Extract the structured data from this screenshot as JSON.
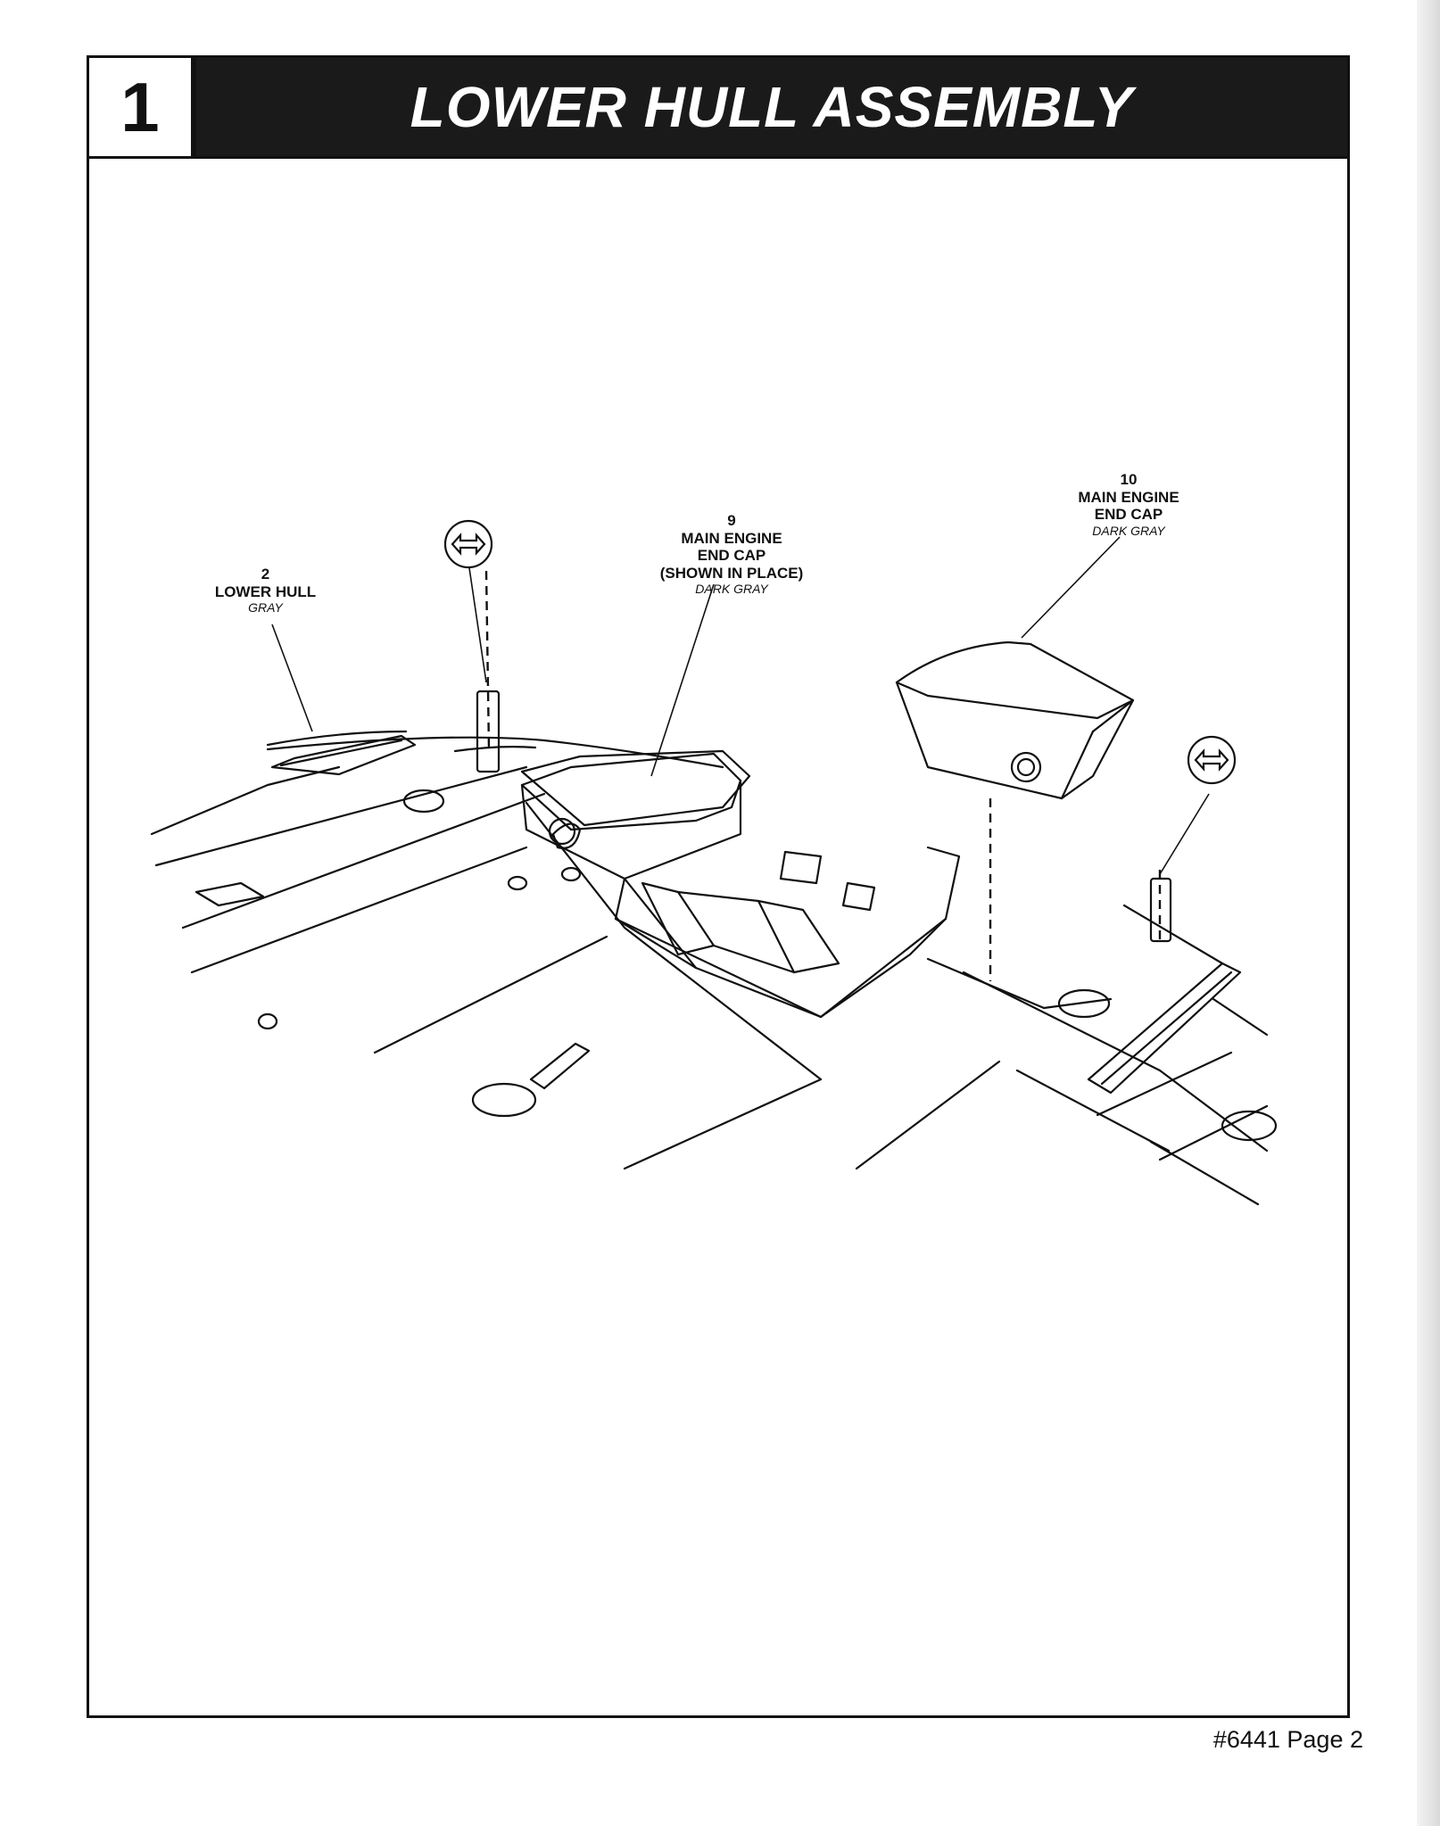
{
  "header": {
    "step_number": "1",
    "title": "LOWER HULL ASSEMBLY"
  },
  "parts": [
    {
      "number": "2",
      "name": "LOWER HULL",
      "color": "GRAY"
    },
    {
      "number": "9",
      "name": "MAIN ENGINE\nEND CAP\n(SHOWN IN PLACE)",
      "color": "DARK GRAY"
    },
    {
      "number": "10",
      "name": "MAIN ENGINE\nEND CAP",
      "color": "DARK GRAY"
    }
  ],
  "icons": [
    "glue-icon",
    "glue-icon"
  ],
  "footer": {
    "page_label": "#6441 Page 2"
  }
}
